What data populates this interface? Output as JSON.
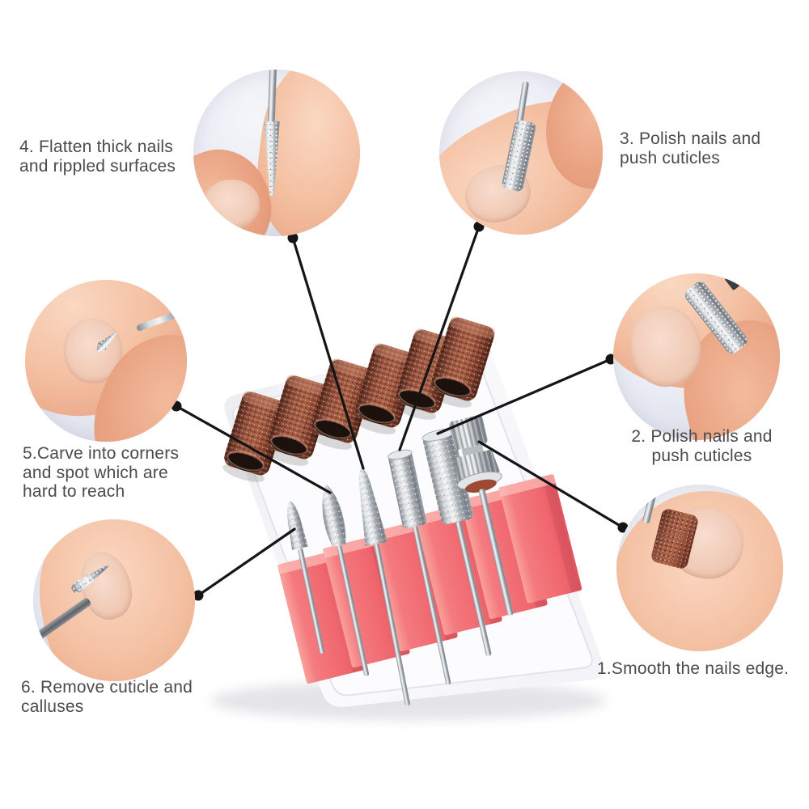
{
  "figure": {
    "type": "product-usage-infographic",
    "product": "Electric nail drill bit set",
    "box_contents": {
      "sanding_bands": 6,
      "drill_bits": 6
    }
  },
  "callouts": [
    {
      "num": "1",
      "label": "1.Smooth the nails edge."
    },
    {
      "num": "2",
      "label": "2. Polish nails and\npush cuticles"
    },
    {
      "num": "3",
      "label": "3. Polish nails and\npush cuticles"
    },
    {
      "num": "4",
      "label": "4. Flatten thick nails\nand rippled surfaces"
    },
    {
      "num": "5",
      "label": "5.Carve into corners\nand spot which are\nhard to reach"
    },
    {
      "num": "6",
      "label": "6. Remove cuticle and\ncalluses"
    }
  ],
  "vignettes": [
    {
      "name": "smooth-nails-edge-photo",
      "shows": "thumb nail with sanding band bit"
    },
    {
      "name": "polish-nails-right-photo",
      "shows": "fingers holding long cylinder bit"
    },
    {
      "name": "push-cuticles-photo",
      "shows": "finger with small cylinder bit"
    },
    {
      "name": "flatten-thick-nails-photo",
      "shows": "fingers holding tapered cone bit"
    },
    {
      "name": "carve-corners-photo",
      "shows": "fingers pinching small flame bit"
    },
    {
      "name": "remove-cuticle-photo",
      "shows": "pointed bit at nail cuticle"
    }
  ],
  "colors": {
    "background": "#ffffff",
    "text": "#4b4b4b",
    "leader_line": "#151515",
    "circle_background": "#e8eaf3",
    "foam_pink": "#f2767b",
    "sanding_band_brown": "#96503c",
    "bit_silver": "#c3c8cd",
    "box_white": "#fbfbfd",
    "skin": "#f3c2a6"
  }
}
